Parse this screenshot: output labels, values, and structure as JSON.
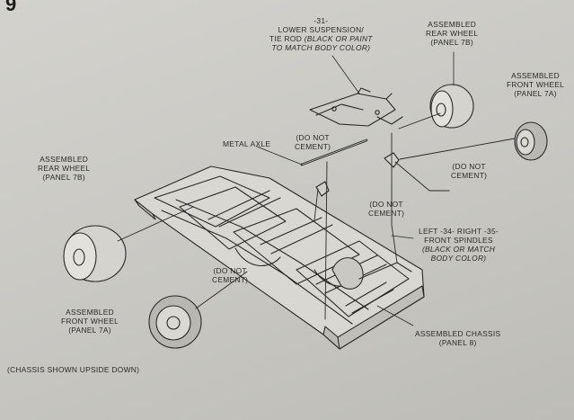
{
  "step_number": "9",
  "labels": {
    "lower_suspension": {
      "part_number": "-31-",
      "line1": "LOWER SUSPENSION/",
      "line2": "TIE ROD",
      "note1": "(BLACK OR PAINT",
      "note2": "TO MATCH BODY COLOR)"
    },
    "rear_wheel_top": {
      "line1": "ASSEMBLED",
      "line2": "REAR WHEEL",
      "line3": "(PANEL 7B)"
    },
    "front_wheel_right": {
      "line1": "ASSEMBLED",
      "line2": "FRONT WHEEL",
      "line3": "(PANEL 7A)"
    },
    "metal_axle": "METAL AXLE",
    "do_not_cement_axle": {
      "line1": "(DO NOT",
      "line2": "CEMENT)"
    },
    "do_not_cement_wheel": {
      "line1": "(DO NOT",
      "line2": "CEMENT)"
    },
    "do_not_cement_spindle": {
      "line1": "(DO NOT",
      "line2": "CEMENT)"
    },
    "do_not_cement_bottom": {
      "line1": "(DO NOT",
      "line2": "CEMENT)"
    },
    "rear_wheel_left": {
      "line1": "ASSEMBLED",
      "line2": "REAR WHEEL",
      "line3": "(PANEL 7B)"
    },
    "front_spindles": {
      "line1": "LEFT -34- RIGHT -35-",
      "line2": "FRONT SPINDLES",
      "note1": "(BLACK OR MATCH",
      "note2": "BODY COLOR)"
    },
    "front_wheel_left": {
      "line1": "ASSEMBLED",
      "line2": "FRONT WHEEL",
      "line3": "(PANEL 7A)"
    },
    "assembled_chassis": {
      "line1": "ASSEMBLED CHASSIS",
      "line2": "(PANEL 8)"
    },
    "footnote": "(CHASSIS SHOWN UPSIDE DOWN)"
  }
}
